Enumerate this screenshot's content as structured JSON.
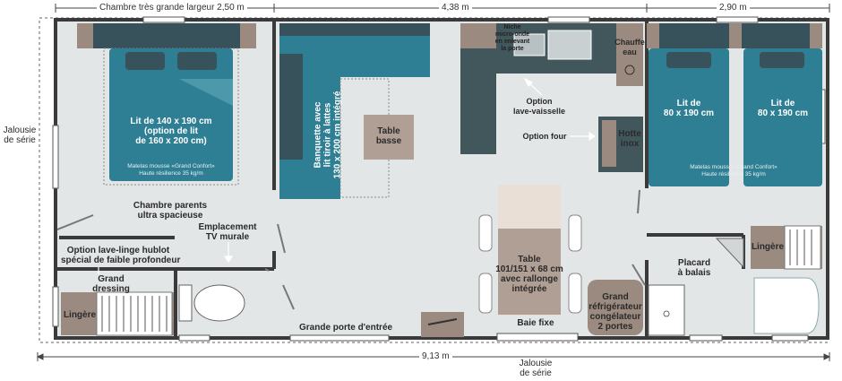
{
  "dimensions": {
    "top_left": "Chambre très grande largeur 2,50 m",
    "top_center": "4,38 m",
    "top_right": "2,90 m",
    "bottom_total": "9,13 m"
  },
  "jalousie_left": [
    "Jalousie",
    "de série"
  ],
  "jalousie_bottom": [
    "Jalousie",
    "de série"
  ],
  "parents_room": {
    "bed_label": [
      "Lit de 140 x 190 cm",
      "(option de lit",
      "de 160 x 200 cm)"
    ],
    "mattress": [
      "Matelas mousse «Grand Confort»",
      "Haute résilience 35 kg/m"
    ],
    "room_label": [
      "Chambre parents",
      "ultra spacieuse"
    ],
    "tv_label": [
      "Emplacement",
      "TV murale"
    ],
    "washer_label": [
      "Option lave-linge hublot",
      "spécial de faible profondeur"
    ],
    "dressing_label": [
      "Grand",
      "dressing"
    ],
    "linen_label": "Lingère"
  },
  "living": {
    "banquette_label": [
      "Banquette avec",
      "lit tiroir à lattes",
      "130 x 200 cm intégré"
    ],
    "coffee_table": [
      "Table",
      "basse"
    ],
    "dining_table": [
      "Table",
      "101/151 x 68 cm",
      "avec rallonge",
      "intégrée"
    ],
    "entrance_door": "Grande porte d'entrée",
    "bay_window": "Baie fixe"
  },
  "kitchen": {
    "microwave_niche": [
      "Niche",
      "micro-onde",
      "en enlevant",
      "la porte"
    ],
    "dishwasher": [
      "Option",
      "lave-vaisselle"
    ],
    "oven": "Option four",
    "water_heater": [
      "Chauffe",
      "eau"
    ],
    "hood": [
      "Hotte",
      "inox"
    ],
    "fridge": [
      "Grand",
      "réfrigérateur",
      "congélateur",
      "2 portes"
    ]
  },
  "kids_room": {
    "bed_left": [
      "Lit de",
      "80 x 190 cm"
    ],
    "bed_right": [
      "Lit de",
      "80 x 190 cm"
    ],
    "mattress": [
      "Matelas mousse «Grand Confort»",
      "Haute résilience 35 kg/m"
    ],
    "linen_label": "Lingère",
    "broom_cupboard": [
      "Placard",
      "à balais"
    ]
  },
  "colors": {
    "wall": "#3a3a3a",
    "floor": "#e3e6e6",
    "bed": "#2e7f93",
    "headboard": "#37525a",
    "kitchen": "#42575b",
    "wood": "#9a8a80",
    "table": "#b09f95"
  }
}
